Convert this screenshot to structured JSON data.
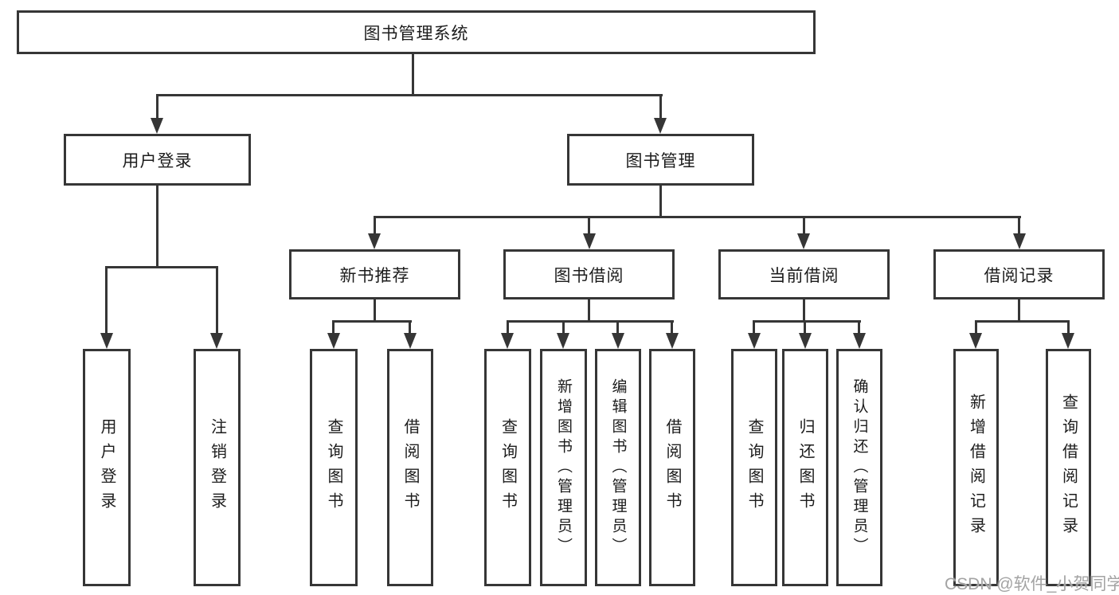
{
  "title": "图书管理系统",
  "tree": {
    "root": "图书管理系统",
    "level2": [
      "用户登录",
      "图书管理"
    ],
    "level3": [
      "新书推荐",
      "图书借阅",
      "当前借阅",
      "借阅记录"
    ],
    "leaves": [
      "用户登录",
      "注销登录",
      "查询图书",
      "借阅图书",
      "查询图书",
      "新增图书（管理员）",
      "编辑图书（管理员）",
      "借阅图书",
      "查询图书",
      "归还图书",
      "确认归还（管理员）",
      "新增借阅记录",
      "查询借阅记录"
    ]
  },
  "watermark": "CSDN @软件_小贺同学",
  "colors": {
    "line": "#363636",
    "text": "#1c1c1c",
    "watermark": "#a3a3a3",
    "background": "#ffffff"
  }
}
